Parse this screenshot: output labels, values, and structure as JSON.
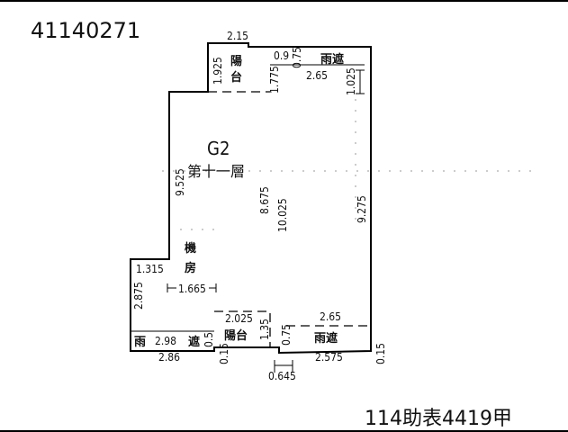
{
  "header": {
    "building_id": "41140271"
  },
  "footer": {
    "form_id": "114助表4419甲"
  },
  "plan": {
    "unit": "G2",
    "floor": "第十一層",
    "rooms": {
      "balcony_top": [
        "陽",
        "台"
      ],
      "canopy_top": "雨遮",
      "machine_room": [
        "機",
        "房"
      ],
      "balcony_bottom": "陽台",
      "canopy_bottom_right": "雨遮",
      "canopy_bottom_left_a": "雨",
      "canopy_bottom_left_b": "遮"
    },
    "dimensions": {
      "top_2_15": "2.15",
      "d_1_925": "1.925",
      "d_0_9": "0.9",
      "d_0_75_top": "0.75",
      "d_2_65_top": "2.65",
      "d_1_775": "1.775",
      "d_1_025": "1.025",
      "d_9_525": "9.525",
      "d_8_675": "8.675",
      "d_10_025": "10.025",
      "d_9_275": "9.275",
      "d_1_315": "1.315",
      "d_2_875": "2.875",
      "d_1_665": "1.665",
      "d_2_025": "2.025",
      "d_1_35": "1.35",
      "d_2_65_bottom": "2.65",
      "d_2_98": "2.98",
      "d_0_5": "0.5",
      "d_0_75_bottom": "0.75",
      "d_2_86": "2.86",
      "d_0_15_left": "0.15",
      "d_0_645": "0.645",
      "d_2_575": "2.575",
      "d_0_15_right": "0.15"
    }
  }
}
